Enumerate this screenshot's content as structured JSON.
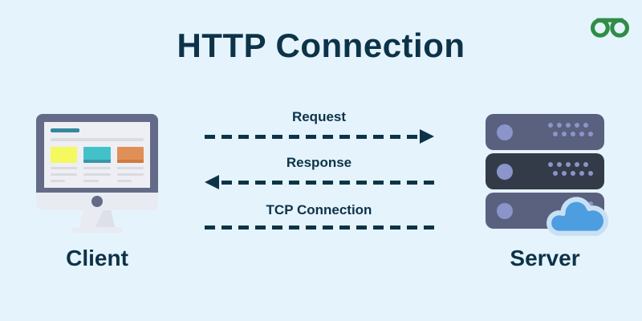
{
  "title": "HTTP Connection",
  "logo": {
    "icon": "geeksforgeeks-logo",
    "color": "#2f8d46"
  },
  "diagram": {
    "client": {
      "label": "Client",
      "icon": "desktop-monitor-icon"
    },
    "server": {
      "label": "Server",
      "icon": "server-rack-icon",
      "cloud_icon": "cloud-icon"
    },
    "arrows": [
      {
        "label": "Request",
        "direction": "right",
        "style": "dashed"
      },
      {
        "label": "Response",
        "direction": "left",
        "style": "dashed"
      },
      {
        "label": "TCP Connection",
        "direction": "none",
        "style": "dashed"
      }
    ]
  },
  "colors": {
    "background": "#e5f3fc",
    "text_and_arrows": "#0d3349",
    "logo_green": "#2f8d46",
    "monitor_frame": "#646b88",
    "server_unit": "#59617f",
    "server_unit_dark": "#333b49",
    "server_accent": "#8b95cb",
    "card_yellow": "#f5f85f",
    "card_teal": "#42c2c8",
    "card_orange": "#e08f56",
    "cloud_blue": "#4d9ee0"
  }
}
